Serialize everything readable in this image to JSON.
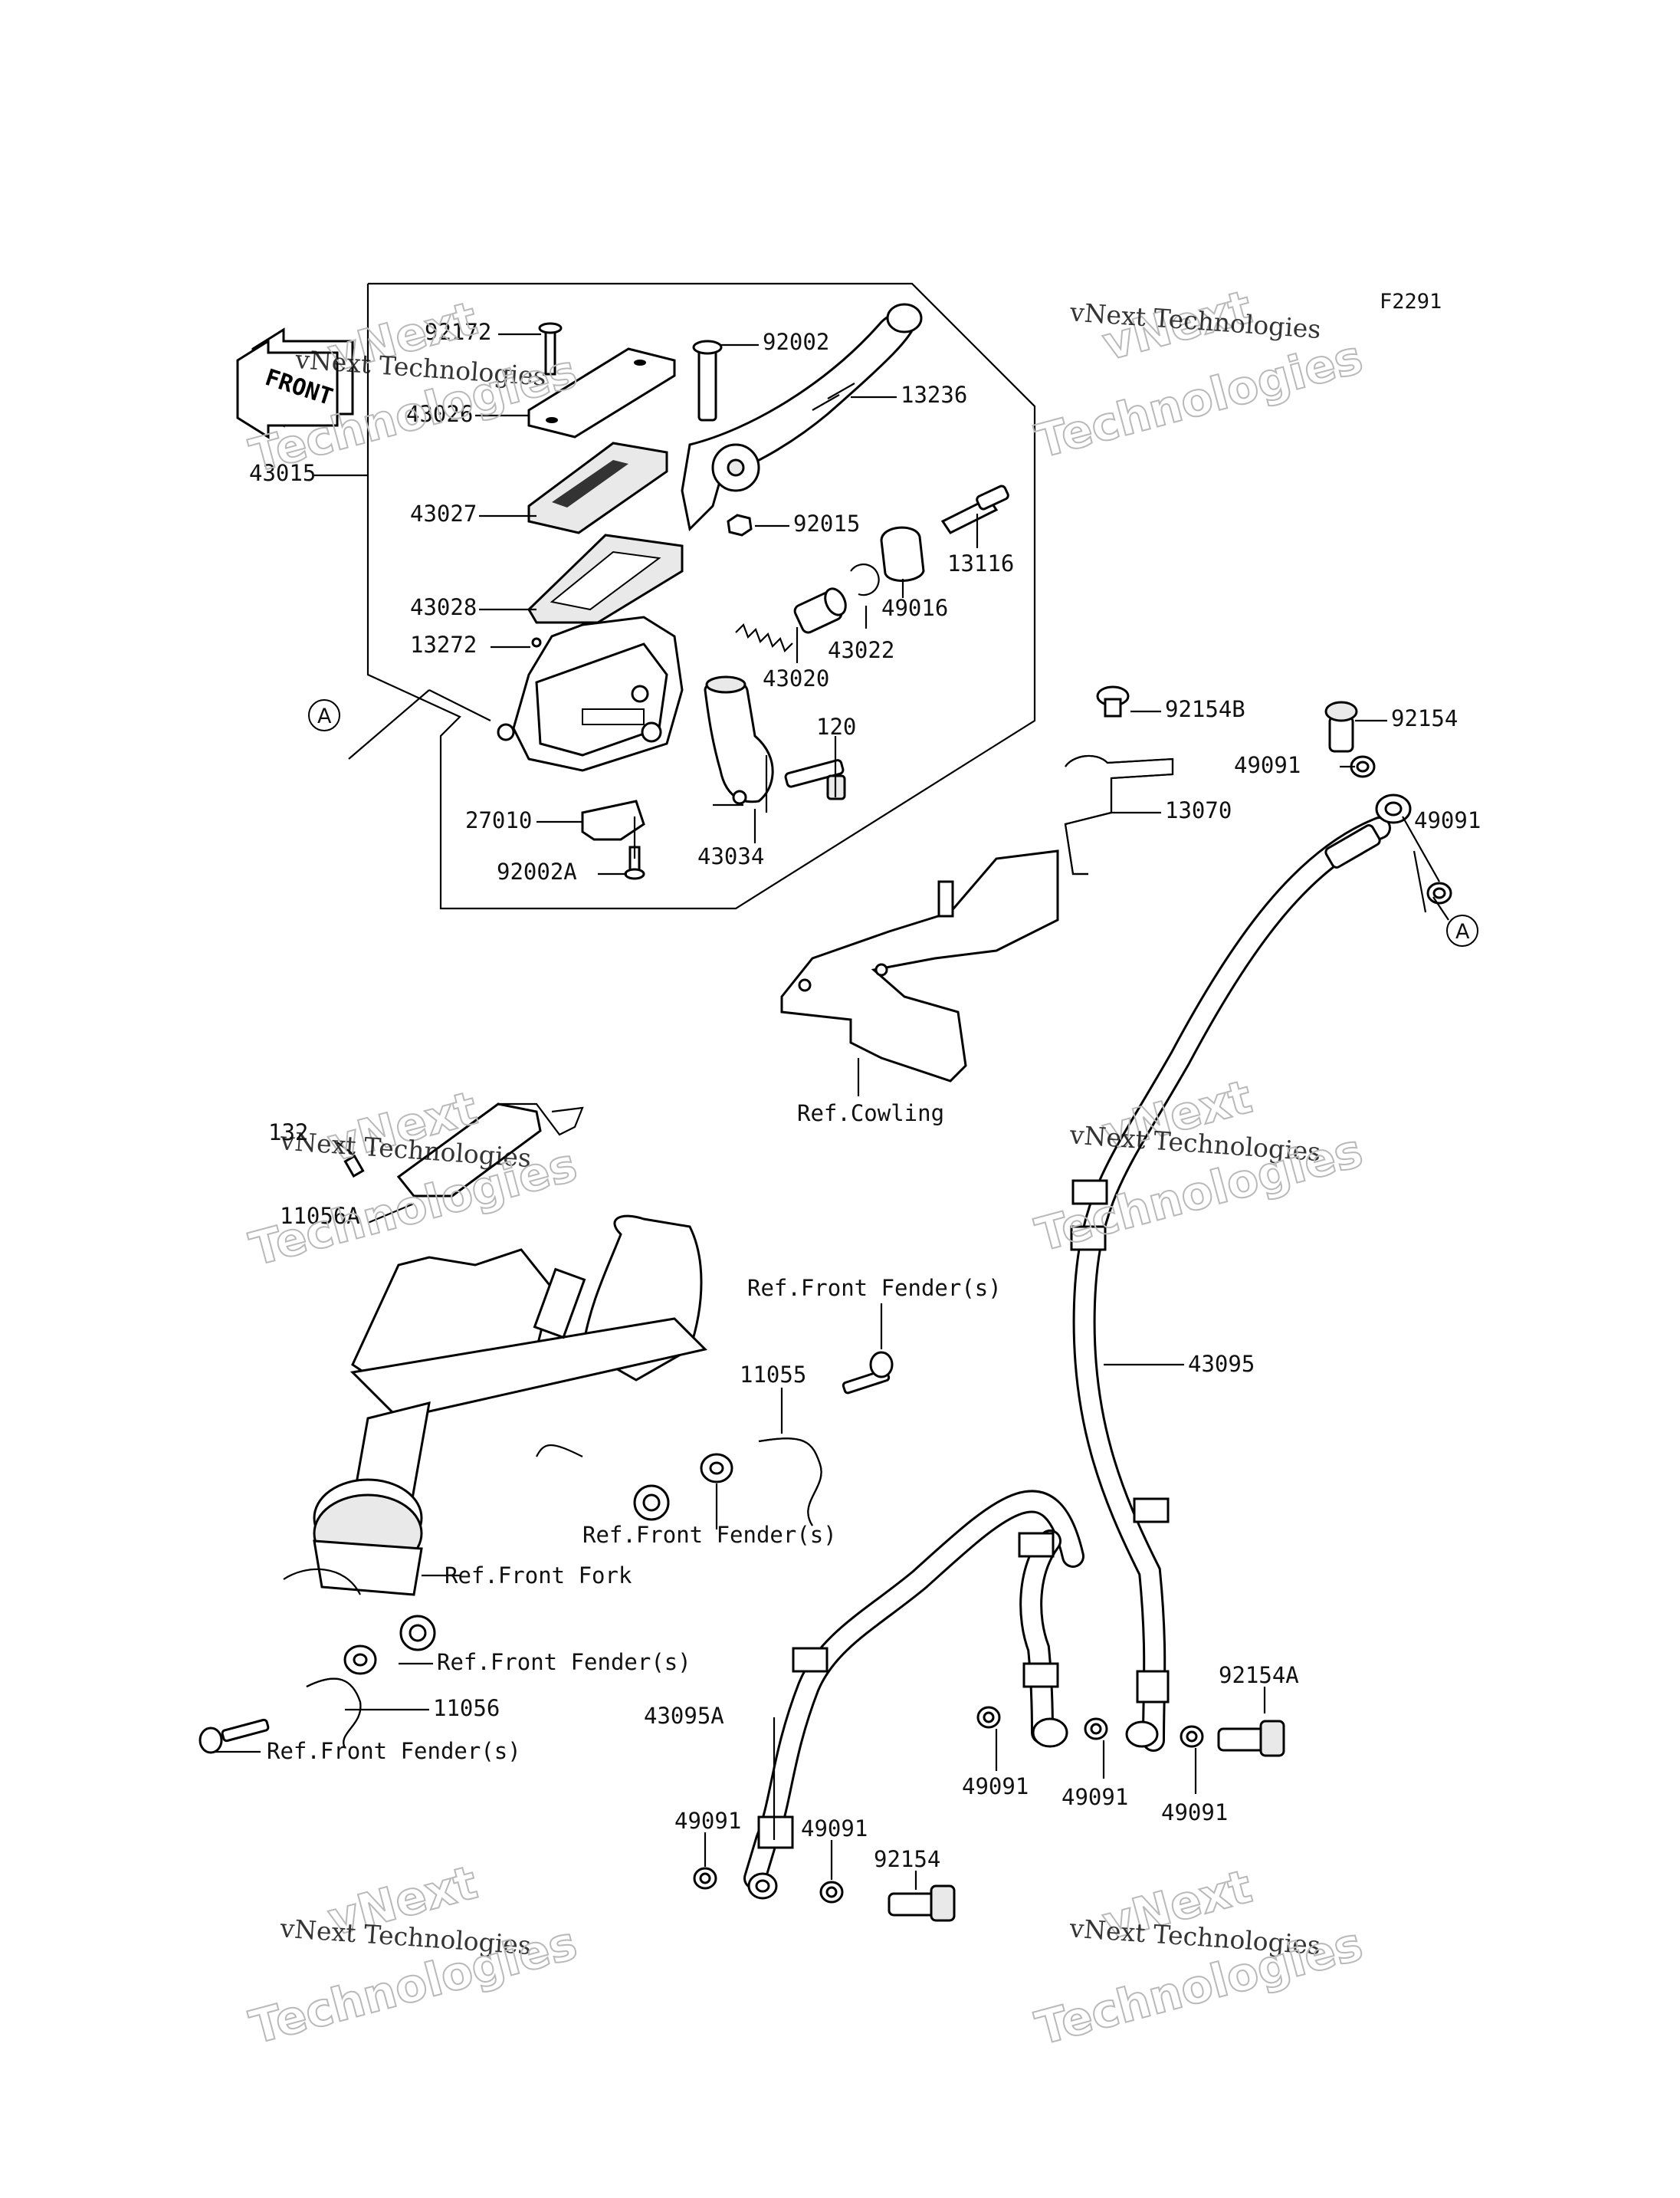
{
  "figure_code": "F2291",
  "front_tag": "FRONT",
  "watermark": {
    "brand": "vNext",
    "line1": "vNext Technologies",
    "line2": "Technologies"
  },
  "callout_marks": {
    "a1": "A",
    "a2": "A"
  },
  "labels": {
    "p92172": "92172",
    "p92002": "92002",
    "p43026": "43026",
    "p13236": "13236",
    "p43015": "43015",
    "p43027": "43027",
    "p92015": "92015",
    "p13116": "13116",
    "p49016": "49016",
    "p43028": "43028",
    "p43022": "43022",
    "p13272": "13272",
    "p43020": "43020",
    "p120": "120",
    "p27010": "27010",
    "p43034": "43034",
    "p92002a": "92002A",
    "p92154b": "92154B",
    "p13070": "13070",
    "p92154_top": "92154",
    "p49091_t1": "49091",
    "p49091_t2": "49091",
    "p132": "132",
    "p11056a": "11056A",
    "p43095": "43095",
    "p11055": "11055",
    "p11056": "11056",
    "p92154a": "92154A",
    "p43095a": "43095A",
    "p49091_b1": "49091",
    "p49091_b2": "49091",
    "p49091_b3": "49091",
    "p49091_b4": "49091",
    "p49091_b5": "49091",
    "p92154_bottom": "92154"
  },
  "refs": {
    "cowling": "Ref.Cowling",
    "front_fender_1": "Ref.Front Fender(s)",
    "front_fender_2": "Ref.Front Fender(s)",
    "front_fork": "Ref.Front Fork",
    "front_fender_3": "Ref.Front Fender(s)",
    "front_fender_4": "Ref.Front Fender(s)"
  }
}
